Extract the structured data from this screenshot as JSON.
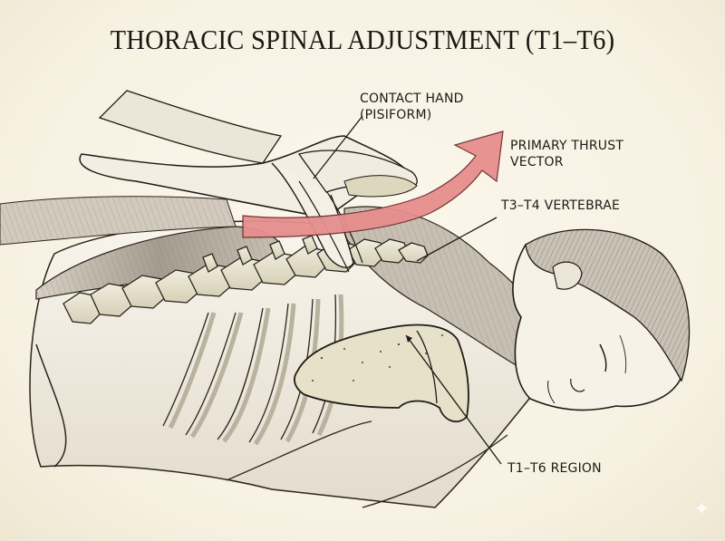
{
  "title": "THORACIC SPINAL ADJUSTMENT (T1–T6)",
  "labels": {
    "contact_hand": "CONTACT HAND\n(PISIFORM)",
    "primary_thrust": "PRIMARY THRUST\nVECTOR",
    "t3_t4": "T3–T4 VERTEBRAE",
    "t1_t6_region": "T1–T6 REGION"
  },
  "icons": {
    "sparkle": "✦"
  },
  "colors": {
    "background": "#f8f3e6",
    "thrust_arrow": "#e58e8e",
    "bone": "#e8e3cf",
    "ink": "#1e1a16",
    "skin": "#f4efe4",
    "muscle": "#b5ada0"
  }
}
